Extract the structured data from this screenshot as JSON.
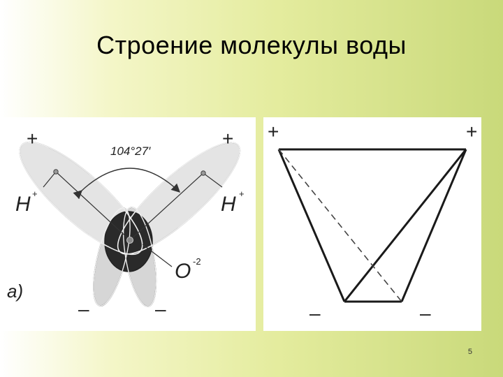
{
  "slide": {
    "title": "Строение молекулы воды",
    "page_number": "5"
  },
  "left_diagram": {
    "angle_label": "104°27′",
    "plus_left": "+",
    "plus_right": "+",
    "h_left": "H",
    "h_left_charge": "+",
    "h_right": "H",
    "h_right_charge": "+",
    "oxygen": "O",
    "oxygen_charge": "-2",
    "minus_left": "–",
    "minus_right": "–",
    "panel_letter": "a)"
  },
  "right_diagram": {
    "plus_left": "+",
    "plus_right": "+",
    "minus_left": "–",
    "minus_right": "–"
  }
}
